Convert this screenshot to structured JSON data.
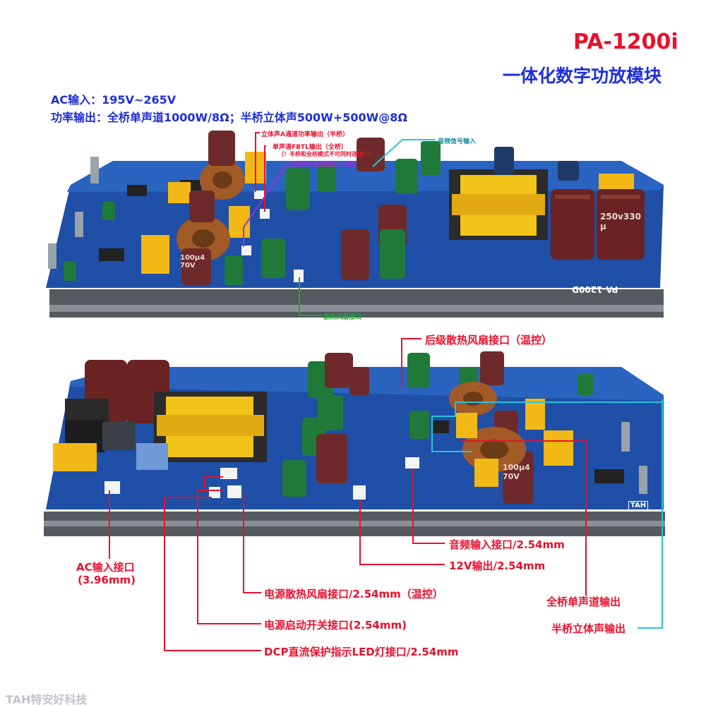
{
  "title": "PA-1200i",
  "subtitle": "一体化数字功放模块",
  "specs": {
    "ac_input": "AC输入：195V~265V",
    "power_output": "功率输出：全桥单声道1000W/8Ω；半桥立体声500W+500W@8Ω"
  },
  "top_board": {
    "labels": {
      "stereo_a": "立体声A通道功率输出（半桥）",
      "mono_fbtl": "单声道FBTL输出（全桥）",
      "warning": "（！半桥和全桥模式不可同时连接！）",
      "stereo_b": "立体声B通道输出(半桥)",
      "audio_in": "音频信号输入",
      "fan": "散热风扇接口"
    },
    "silk": {
      "model": "PA-1200D",
      "cap_left": "100μ470V",
      "cap_right": "250v330μ"
    }
  },
  "bottom_board": {
    "labels": {
      "rear_fan": "后级散热风扇接口（温控）",
      "audio_in": "音频输入接口/2.54mm",
      "v12_out": "12V输出/2.54mm",
      "mono_out": "全桥单声道输出",
      "stereo_out": "半桥立体声输出",
      "ac_in_1": "AC输入接口",
      "ac_in_2": "(3.96mm)",
      "psu_fan": "电源散热风扇接口/2.54mm（温控）",
      "psu_switch": "电源启动开关接口(2.54mm)",
      "dcp_led": "DCP直流保护指示LED灯接口/2.54mm"
    },
    "silk": {
      "cap": "100μ470V",
      "brand": "TAH"
    }
  },
  "watermark": "TAH特安好科技",
  "colors": {
    "accent_red": "#e8112d",
    "title_blue": "#1f2fd6",
    "pcb_blue": "#1f4fa6",
    "leader_cyan": "#25c4dc",
    "leader_green": "#22a33a"
  }
}
